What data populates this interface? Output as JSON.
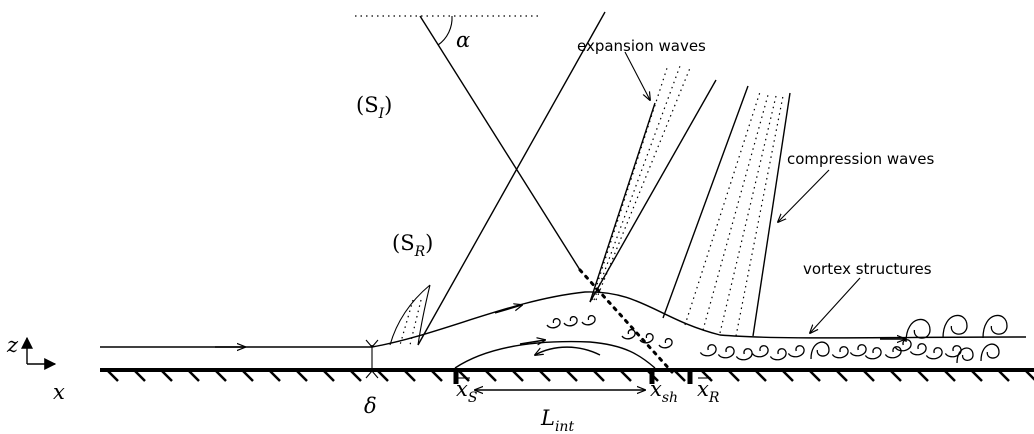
{
  "labels": {
    "expansion_waves": "expansion waves",
    "compression_waves": "compression waves",
    "vortex_structures": "vortex structures",
    "alpha": "α",
    "incident_shock": "(S",
    "incident_shock_sub": "I",
    "reflected_shock": "(S",
    "reflected_shock_sub": "R",
    "close_paren": ")",
    "delta": "δ",
    "x_axis": "x",
    "z_axis": "z",
    "x_s": "x",
    "x_s_sub": "S",
    "x_sh": "x",
    "x_sh_sub": "sh",
    "x_r": "x",
    "x_r_sub": "R",
    "l_int": "L",
    "l_int_sub": "int"
  }
}
